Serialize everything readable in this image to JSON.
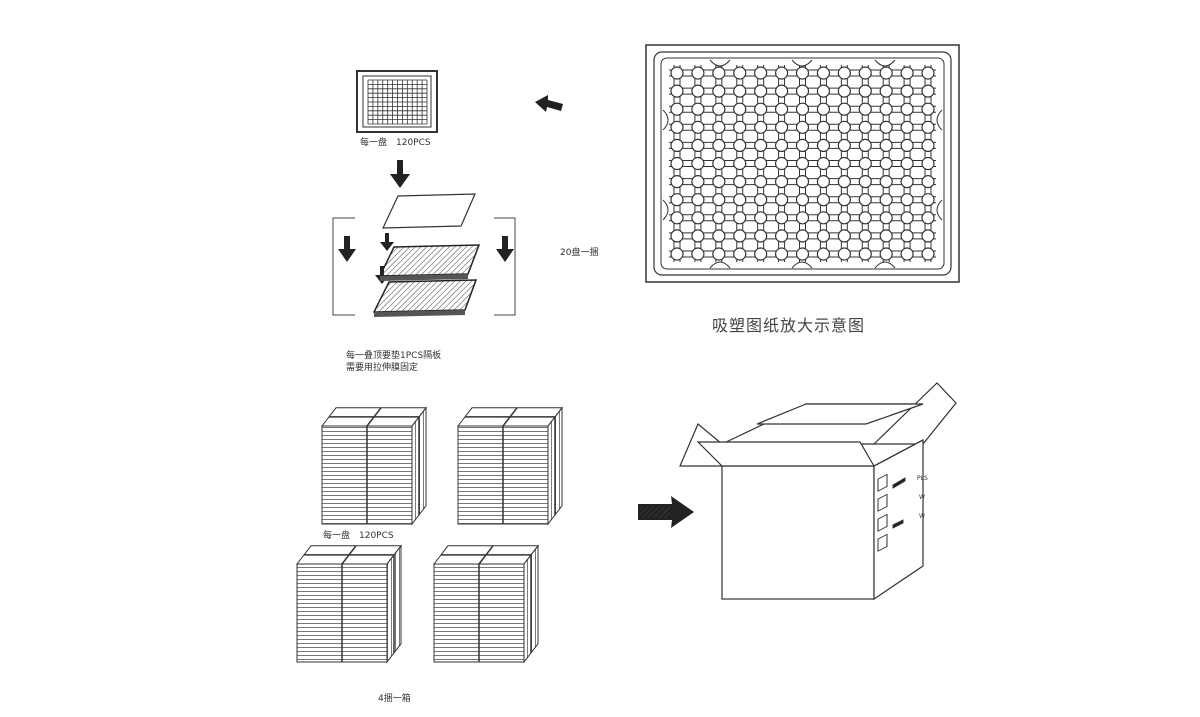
{
  "labels": {
    "tray_count": "每一盘　120PCS",
    "bundle_count": "20盘一捆",
    "enlarged_title": "吸塑图纸放大示意图",
    "stack_note_line1": "每一叠顶要垫1PCS隔板",
    "stack_note_line2": "需要用拉伸膜固定",
    "bundle_tray_count": "每一盘　120PCS",
    "box_count": "4捆一箱"
  },
  "box_marks": {
    "mark1": "PLS",
    "mark2": "W",
    "mark3": "W"
  },
  "tray_grid": {
    "rows": 11,
    "cols": 13
  },
  "colors": {
    "line": "#333333",
    "arrow": "#222222",
    "background": "#ffffff"
  }
}
